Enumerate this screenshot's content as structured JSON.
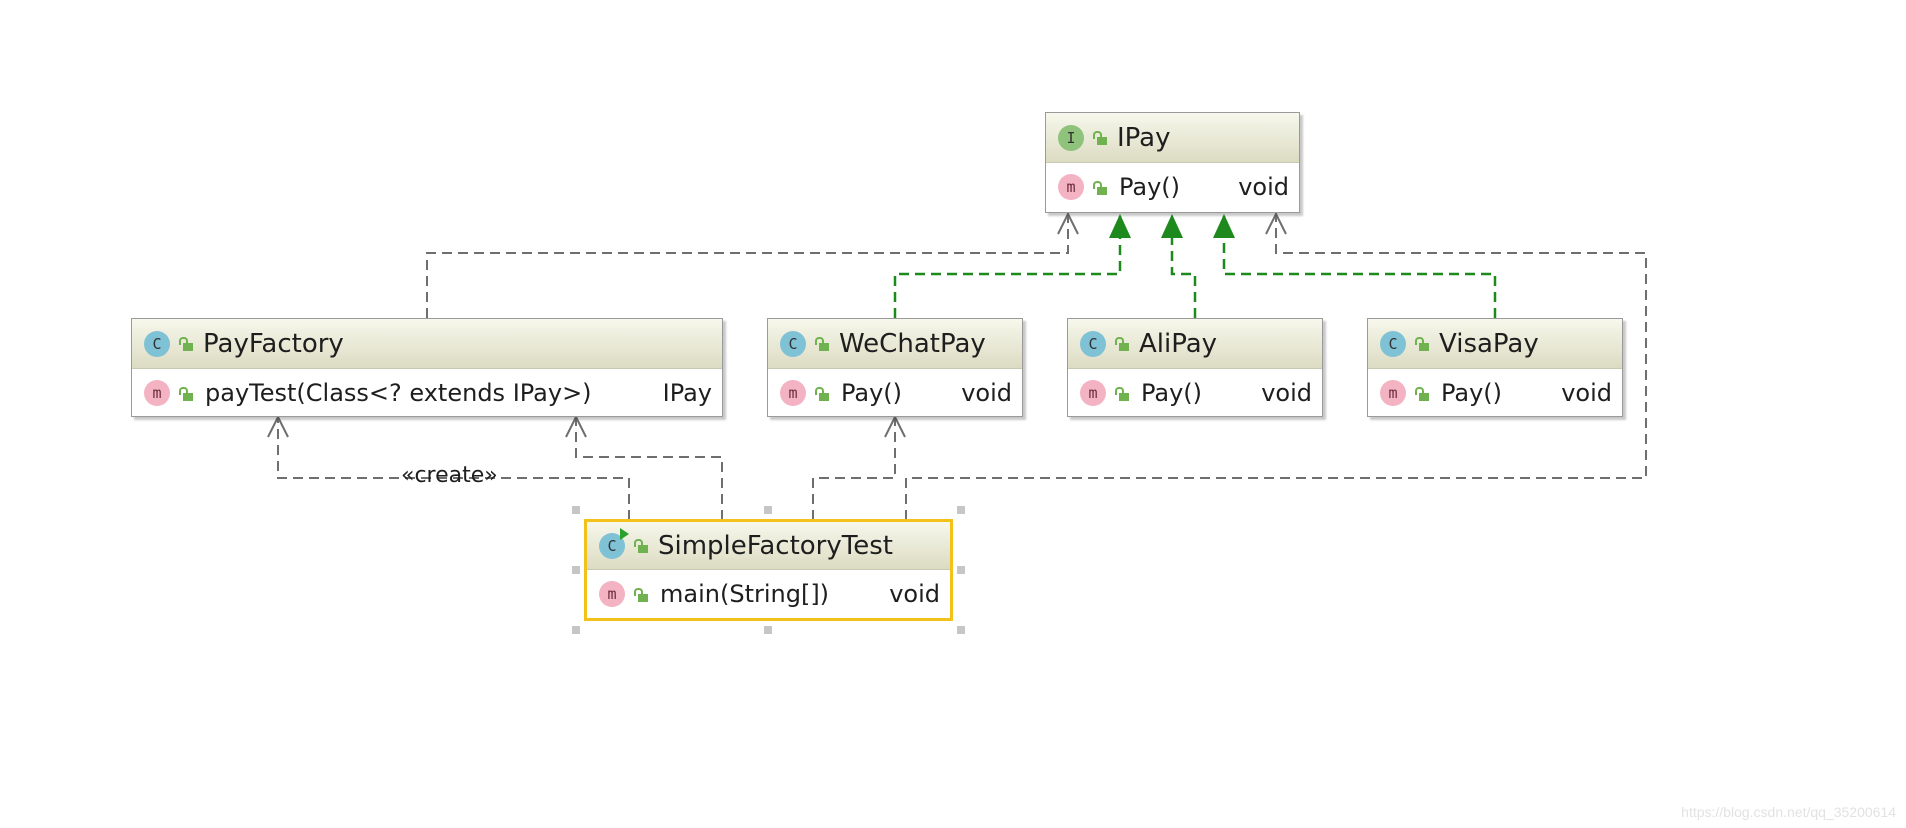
{
  "diagram": {
    "nodes": {
      "ipay": {
        "kind_glyph": "I",
        "title": "IPay",
        "member": {
          "name": "Pay()",
          "type": "void",
          "glyph": "m"
        }
      },
      "payfactory": {
        "kind_glyph": "C",
        "title": "PayFactory",
        "member": {
          "name": "payTest(Class<? extends IPay>)",
          "type": "IPay",
          "glyph": "m"
        }
      },
      "wechatpay": {
        "kind_glyph": "C",
        "title": "WeChatPay",
        "member": {
          "name": "Pay()",
          "type": "void",
          "glyph": "m"
        }
      },
      "alipay": {
        "kind_glyph": "C",
        "title": "AliPay",
        "member": {
          "name": "Pay()",
          "type": "void",
          "glyph": "m"
        }
      },
      "visapay": {
        "kind_glyph": "C",
        "title": "VisaPay",
        "member": {
          "name": "Pay()",
          "type": "void",
          "glyph": "m"
        }
      },
      "simplefactorytest": {
        "kind_glyph": "C",
        "title": "SimpleFactoryTest",
        "member": {
          "name": "main(String[])",
          "type": "void",
          "glyph": "m"
        }
      }
    },
    "create_label": "«create»",
    "colors": {
      "dependency": "#6e6e6e",
      "realization": "#1e8a1e",
      "selection": "#f2c21b"
    }
  },
  "watermark": "https://blog.csdn.net/qq_35200614"
}
